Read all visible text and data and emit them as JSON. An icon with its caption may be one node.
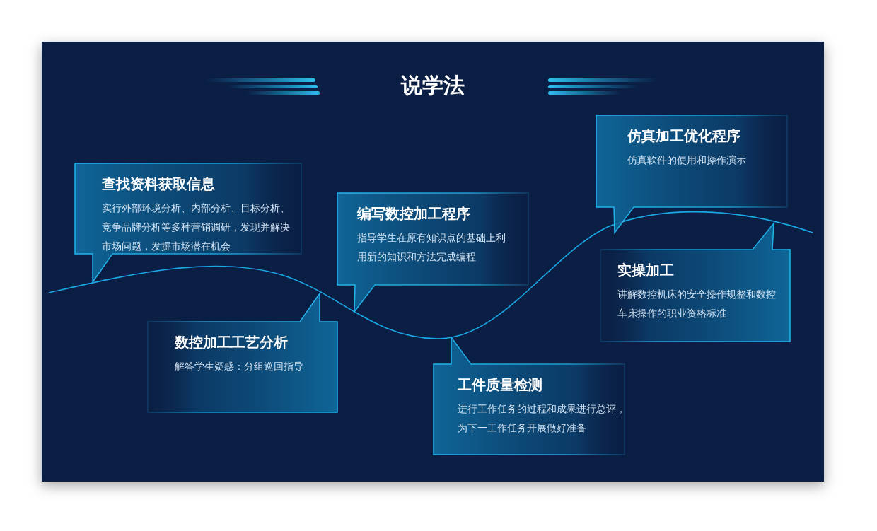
{
  "diagram": {
    "title": "说学法",
    "nodes": [
      {
        "text": [
          "查找资料获取信息",
          "实行外部环境分析、内部分析、目标分析、竞争品牌分析等多种营销调研，发现并解决市场问题，发掘市场潜在机会"
        ]
      },
      {
        "text": [
          "编写数控加工程序",
          "指导学生在原有知识点的基础上利用新的知识和方法完成编程"
        ]
      },
      {
        "text": [
          "仿真加工优化程序",
          "仿真软件的使用和操作演示"
        ]
      },
      {
        "text": [
          "数控加工工艺分析",
          "解答学生疑惑：分组巡回指导"
        ]
      },
      {
        "text": [
          "工件质量检测",
          "进行工作任务的过程和成果进行总评，为下一工作任务开展做好准备"
        ]
      },
      {
        "text": [
          "实操加工",
          "讲解数控机床的安全操作规整和数控车床操作的职业资格标准"
        ]
      }
    ]
  }
}
